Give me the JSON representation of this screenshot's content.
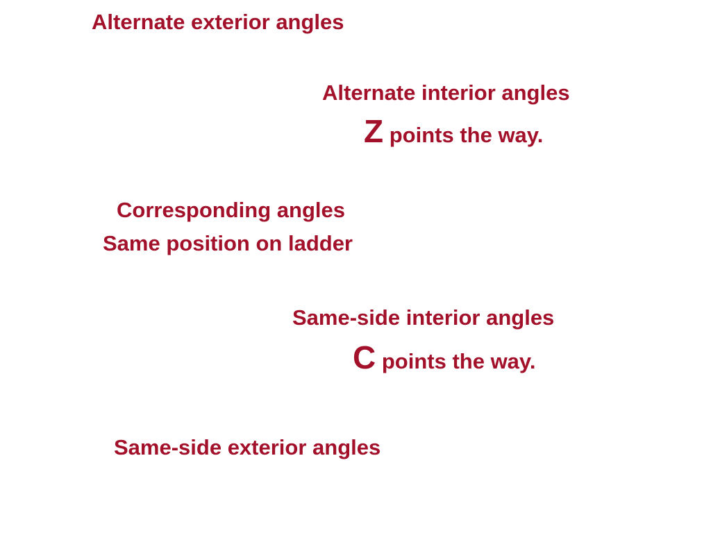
{
  "accent_color": "#a3102a",
  "slide": {
    "alt_exterior": {
      "title": "Alternate exterior angles"
    },
    "alt_interior": {
      "title": "Alternate interior angles",
      "letter": "Z",
      "hint": "points the way."
    },
    "corresponding": {
      "title": "Corresponding angles",
      "hint": "Same position on ladder"
    },
    "same_side_interior": {
      "title": "Same-side interior angles",
      "letter": "C",
      "hint": "points the way."
    },
    "same_side_exterior": {
      "title": "Same-side exterior angles"
    }
  }
}
